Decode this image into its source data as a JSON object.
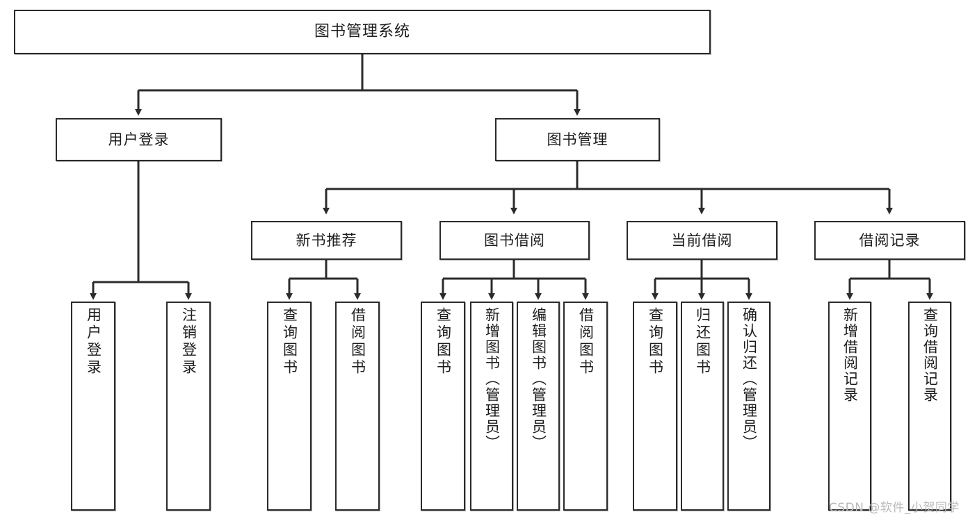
{
  "diagram": {
    "title": "图书管理系统",
    "type": "hierarchy-tree",
    "watermark": "CSDN @软件_小贺同学",
    "colors": {
      "background": "#ffffff",
      "node_fill": "#ffffff",
      "node_border": "#2b2b2b",
      "connector": "#2b2b2b",
      "text": "#1d1d1d",
      "watermark": "#b9b9b9"
    },
    "root": {
      "label": "图书管理系统"
    },
    "level2": [
      {
        "label": "用户登录"
      },
      {
        "label": "图书管理"
      }
    ],
    "level3": [
      {
        "label": "新书推荐"
      },
      {
        "label": "图书借阅"
      },
      {
        "label": "当前借阅"
      },
      {
        "label": "借阅记录"
      }
    ],
    "leaves": {
      "user_login": [
        {
          "label": "用户登录"
        },
        {
          "label": "注销登录"
        }
      ],
      "new_book_recommend": [
        {
          "label": "查询图书"
        },
        {
          "label": "借阅图书"
        }
      ],
      "book_borrow": [
        {
          "label": "查询图书"
        },
        {
          "label": "新增图书（管理员）"
        },
        {
          "label": "编辑图书（管理员）"
        },
        {
          "label": "借阅图书"
        }
      ],
      "current_borrow": [
        {
          "label": "查询图书"
        },
        {
          "label": "归还图书"
        },
        {
          "label": "确认归还（管理员）"
        }
      ],
      "borrow_record": [
        {
          "label": "新增借阅记录"
        },
        {
          "label": "查询借阅记录"
        }
      ]
    }
  }
}
